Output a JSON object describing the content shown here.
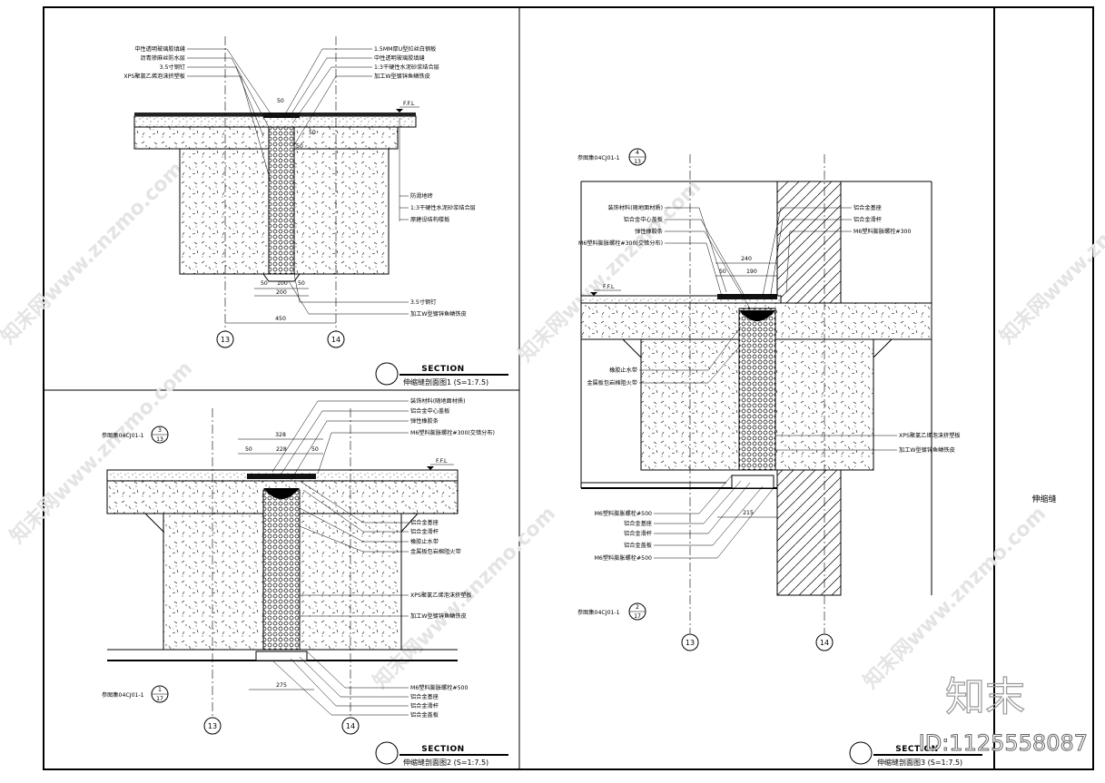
{
  "sheet": {
    "side_label": "伸缩缝",
    "brand_logo": "知末",
    "id_text": "ID:1125558087",
    "watermark_text": "知末网www.znzmo.com"
  },
  "section1": {
    "title_tag": "SECTION",
    "title": "伸缩缝剖面图1 (S=1:7.5)",
    "labels_left": [
      "中性透明玻璃胶填缝",
      "沥青掺麻丝防水层",
      "3.5寸钢钉",
      "XPS聚氯乙烯泡沫挤塑板"
    ],
    "labels_right": [
      "1.5MM厚U型拉丝白钢板",
      "中性透明玻璃胶填缝",
      "1:3干硬性水泥砂浆结合层",
      "加工W型镀锌鱼鳞铁皮"
    ],
    "labels_side": [
      "防滑地砖",
      "1:3干硬性水泥砂浆结合层",
      "原建设结构楼板"
    ],
    "labels_bottom": [
      "3.5寸钢钉",
      "加工W型镀锌鱼鳞铁皮"
    ],
    "ffl": "F.F.L",
    "dims": {
      "top": "50",
      "side1": "50",
      "side2": "50",
      "b1": "50",
      "b2": "100",
      "b3": "50",
      "b_total": "200",
      "overall": "450"
    },
    "axes": [
      "13",
      "14"
    ]
  },
  "section2": {
    "title_tag": "SECTION",
    "title": "伸缩缝剖面图2 (S=1:7.5)",
    "ref_top": "参图集04CJ01-1",
    "ref_top_num": "3",
    "ref_top_den": "13",
    "ref_bottom": "参图集04CJ01-1",
    "ref_bottom_num": "1",
    "ref_bottom_den": "17",
    "labels_top": [
      "装饰材料(随地面材质)",
      "铝合金中心盖板",
      "弹性橡胶条",
      "M6塑料膨胀螺栓#300(交错分布)"
    ],
    "labels_mid": [
      "铝合金基座",
      "铝合金滑杆",
      "橡胶止水带",
      "金属板包岩棉阻火带"
    ],
    "labels_xps": [
      "XPS聚氯乙烯泡沫挤塑板",
      "加工W型镀锌鱼鳞铁皮"
    ],
    "labels_bottom": [
      "M6塑料膨胀螺栓#500",
      "铝合金基座",
      "铝合金滑杆",
      "铝合金盖板"
    ],
    "ffl": "F.F.L",
    "dims": {
      "overall": "328",
      "left": "50",
      "mid": "228",
      "right": "50",
      "bottom": "275"
    },
    "axes": [
      "13",
      "14"
    ]
  },
  "section3": {
    "title_tag": "SECTION",
    "title": "伸缩缝剖面图3 (S=1:7.5)",
    "ref_top": "参图集04CJ01-1",
    "ref_top_num": "4",
    "ref_top_den": "13",
    "ref_bottom": "参图集04CJ01-1",
    "ref_bottom_num": "2",
    "ref_bottom_den": "17",
    "labels_left": [
      "装饰材料(随地面材质)",
      "铝合金中心盖板",
      "弹性橡胶条",
      "M6塑料膨胀螺栓#300(交错分布)"
    ],
    "labels_right": [
      "铝合金基座",
      "铝合金滑杆",
      "M6塑料膨胀螺栓#300"
    ],
    "labels_mid": [
      "橡胶止水带",
      "金属板包岩棉阻火带"
    ],
    "labels_xps": [
      "XPS聚氯乙烯泡沫挤塑板",
      "加工W型镀锌鱼鳞铁皮"
    ],
    "labels_bottom": [
      "M6塑料膨胀螺栓#500",
      "铝合金基座",
      "铝合金滑杆",
      "铝合金盖板",
      "M6塑料膨胀螺栓#500"
    ],
    "ffl": "F.F.L",
    "dims": {
      "overall": "240",
      "left": "50",
      "right": "190",
      "bottom": "215"
    },
    "axes": [
      "13",
      "14"
    ]
  }
}
